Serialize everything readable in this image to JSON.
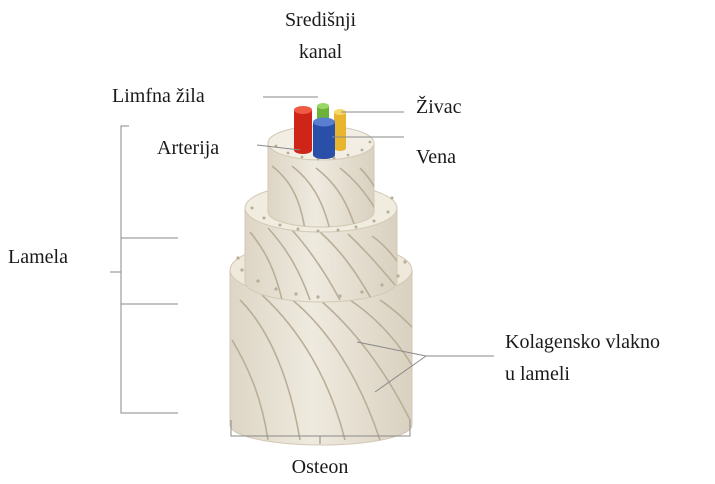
{
  "labels": {
    "central_canal_line1": "Središnji",
    "central_canal_line2": "kanal",
    "lymph_vessel": "Limfna žila",
    "nerve": "Živac",
    "artery": "Arterija",
    "vein": "Vena",
    "lamella": "Lamela",
    "collagen_fiber_line1": "Kolagensko vlakno",
    "collagen_fiber_line2": "u lameli",
    "osteon": "Osteon"
  },
  "colors": {
    "bone": "#ece6d8",
    "bone_shadow": "#d8d0bf",
    "bone_edge": "#cfc6b2",
    "artery": "#d8281e",
    "vein": "#2a4fa8",
    "nerve": "#f0c33c",
    "lymph_vessel": "#7cc242",
    "leader_line": "#8a8a8a"
  }
}
